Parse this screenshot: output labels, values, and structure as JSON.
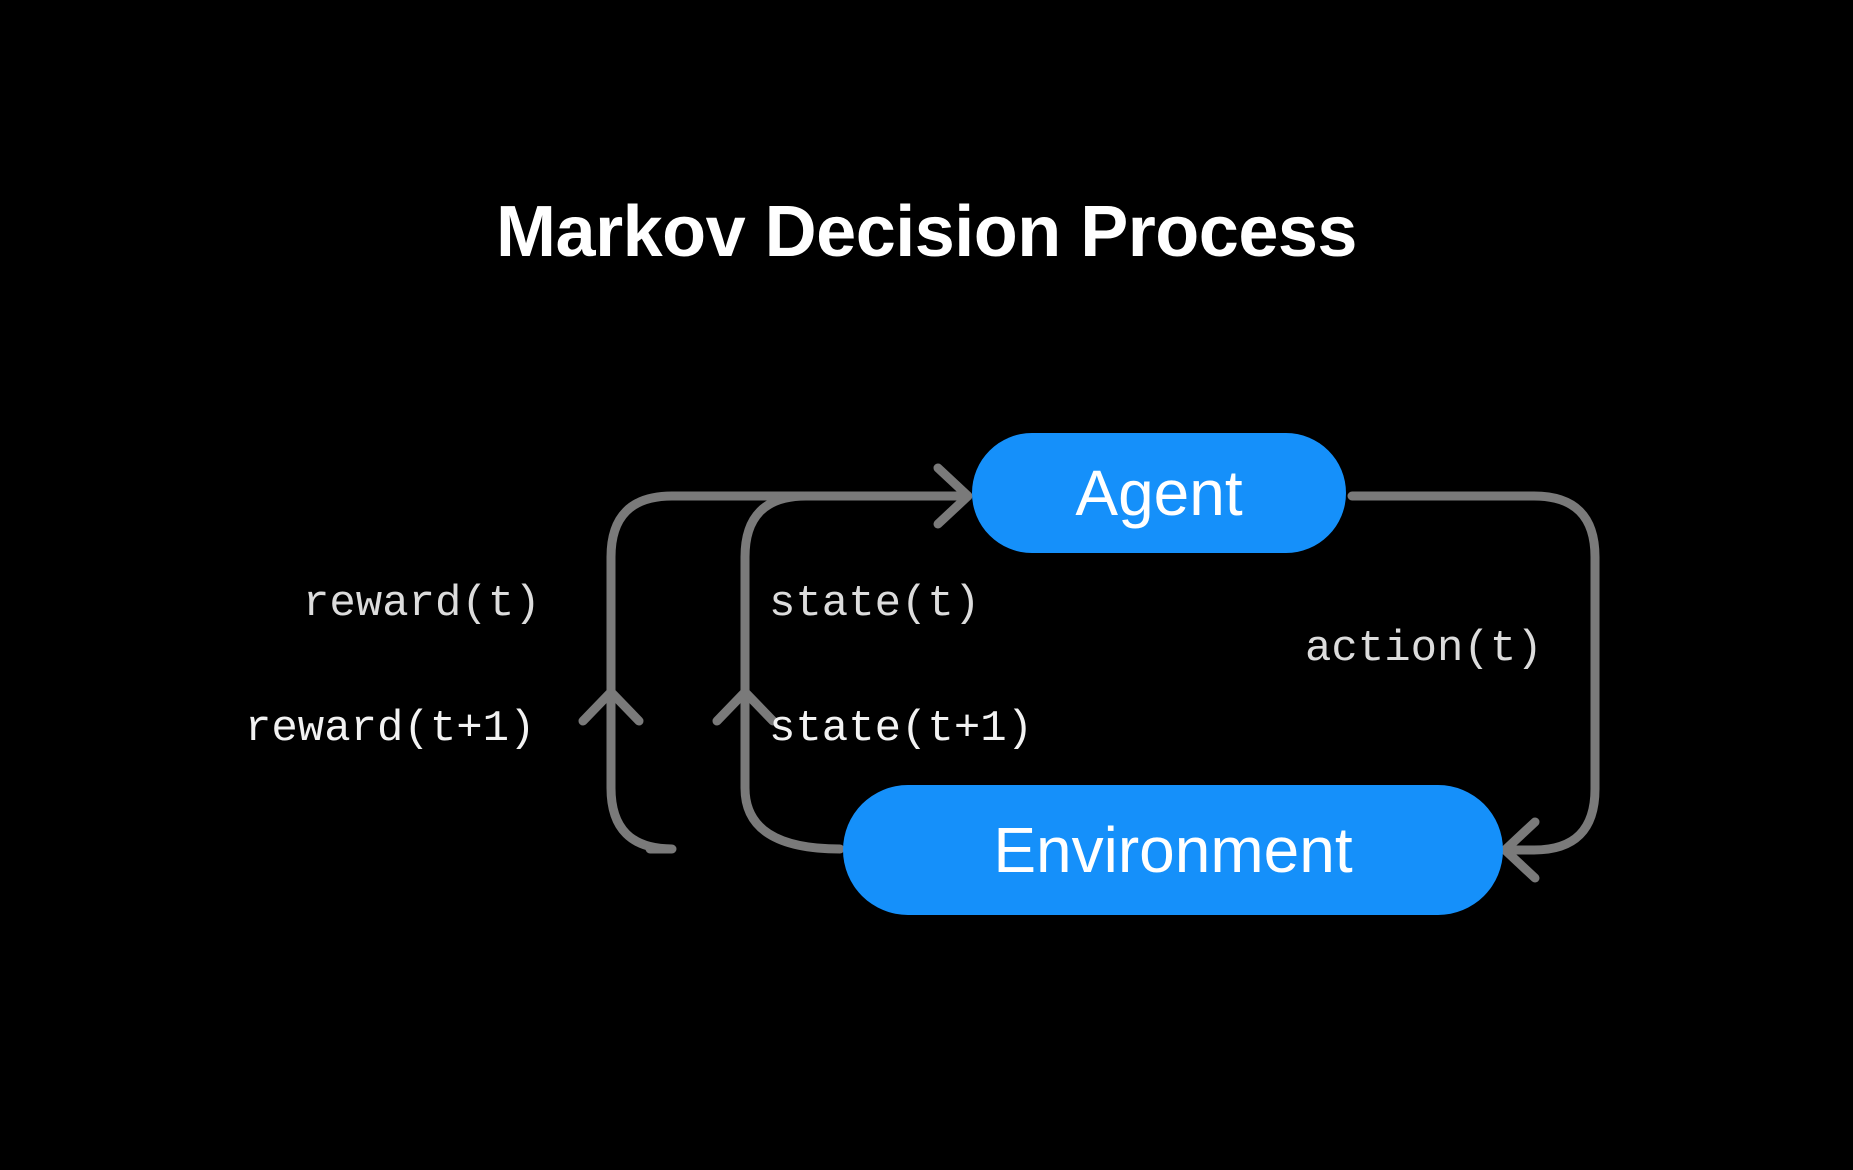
{
  "title": "Markov Decision Process",
  "background_color": "#000000",
  "palette": {
    "node_fill": "#1590FA",
    "node_text": "#ffffff",
    "edge_stroke": "#7a7a7a",
    "label_text_dim": "#dcdcdc",
    "label_text_bright": "#f2f2f2",
    "title_text": "#ffffff"
  },
  "nodes": [
    {
      "id": "agent",
      "label": "Agent"
    },
    {
      "id": "environment",
      "label": "Environment"
    }
  ],
  "edges": [
    {
      "id": "reward",
      "label": "reward(t)",
      "label_secondary": "reward(t+1)",
      "from": "environment",
      "to": "agent",
      "direction": "up-left-loop"
    },
    {
      "id": "state",
      "label": "state(t)",
      "label_secondary": "state(t+1)",
      "from": "environment",
      "to": "agent",
      "direction": "up-left-loop"
    },
    {
      "id": "action",
      "label": "action(t)",
      "from": "agent",
      "to": "environment",
      "direction": "down-right-loop"
    }
  ],
  "labels": {
    "reward_t": "reward(t)",
    "reward_t1": "reward(t+1)",
    "state_t": "state(t)",
    "state_t1": "state(t+1)",
    "action_t": "action(t)"
  }
}
